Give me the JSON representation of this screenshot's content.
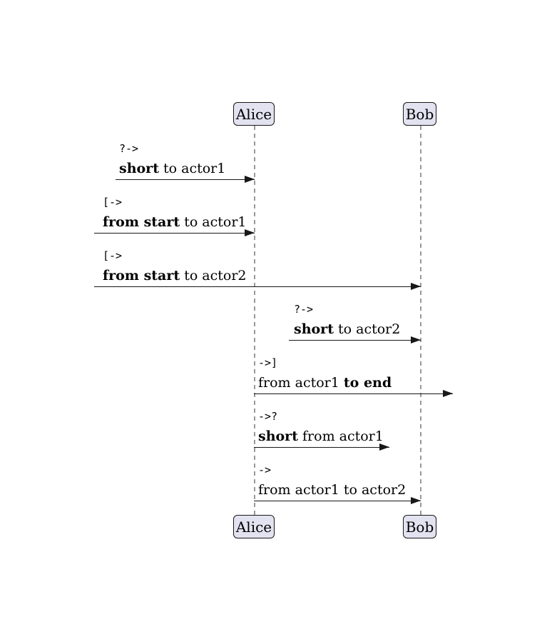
{
  "diagram": {
    "type": "sequence-diagram",
    "actors": [
      {
        "name": "Alice"
      },
      {
        "name": "Bob"
      }
    ],
    "messages": [
      {
        "code": "?->",
        "pre": "",
        "bold": "short",
        "post": " to actor1",
        "source": "left edge (short)",
        "target": "Alice"
      },
      {
        "code": "[->",
        "pre": "",
        "bold": "from start",
        "post": " to actor1",
        "source": "left edge",
        "target": "Alice"
      },
      {
        "code": "[->",
        "pre": "",
        "bold": "from start",
        "post": " to actor2",
        "source": "left edge",
        "target": "Bob"
      },
      {
        "code": "?->",
        "pre": "",
        "bold": "short",
        "post": " to actor2",
        "source": "short (left of Bob)",
        "target": "Bob"
      },
      {
        "code": "->]",
        "pre": "from actor1 ",
        "bold": "to end",
        "post": "",
        "source": "Alice",
        "target": "right edge"
      },
      {
        "code": "->?",
        "pre": "",
        "bold": "short",
        "post": " from actor1",
        "source": "Alice",
        "target": "short (right of Alice)"
      },
      {
        "code": "->",
        "pre": "from actor1 to actor2",
        "bold": "",
        "post": "",
        "source": "Alice",
        "target": "Bob"
      }
    ],
    "colors": {
      "background": "#ffffff",
      "actor_fill": "#e2e2f0",
      "actor_border": "#181818",
      "lifeline": "#999999",
      "arrow": "#181818",
      "text": "#000000"
    }
  }
}
